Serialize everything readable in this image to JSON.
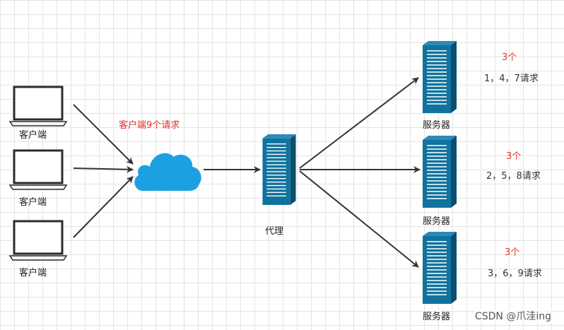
{
  "client_label": "客户端",
  "client_requests_label": "客户端9个请求",
  "proxy_label": "代理",
  "server_label": "服务器",
  "servers": [
    {
      "count": "3个",
      "requests": "1，4，7请求"
    },
    {
      "count": "3个",
      "requests": "2，5，8请求"
    },
    {
      "count": "3个",
      "requests": "3，6，9请求"
    }
  ],
  "watermark": "CSDN @爪洼ing",
  "colors": {
    "arrow": "#333333",
    "cloud": "#1ba1e2",
    "server": "#10739e",
    "red_text": "#e5302a"
  },
  "icons": [
    "laptop-icon",
    "cloud-icon",
    "server-icon",
    "arrow-icon"
  ]
}
